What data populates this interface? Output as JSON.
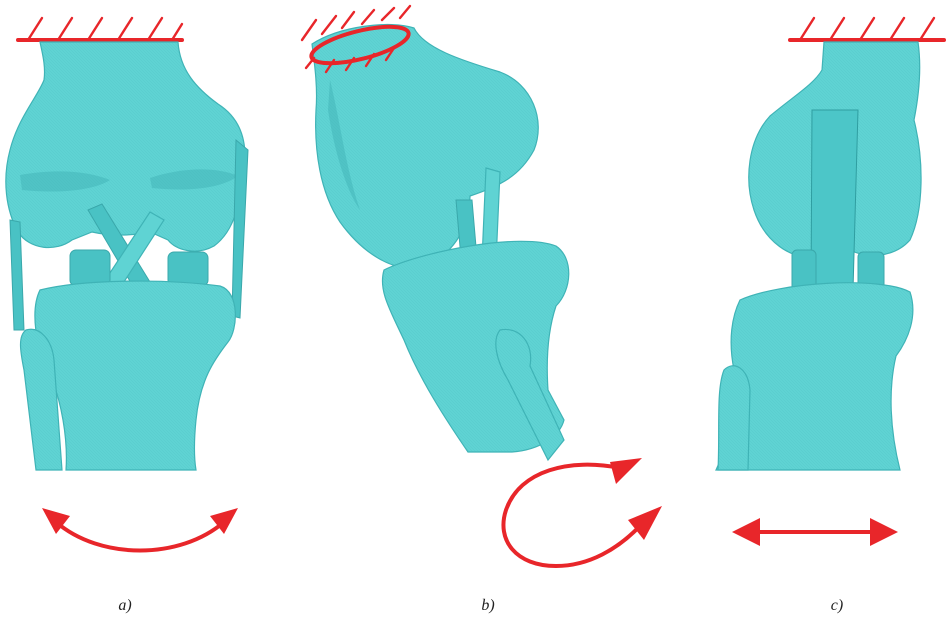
{
  "panels": [
    {
      "id": "a",
      "label": "a)"
    },
    {
      "id": "b",
      "label": "b)"
    },
    {
      "id": "c",
      "label": "c)"
    }
  ],
  "colors": {
    "bone": "#5fd3d3",
    "bone_edge": "#3fb3b6",
    "constraint": "#e8262a",
    "background": "#ffffff"
  },
  "motions": {
    "a": "curved-double-arrow",
    "b": "rotation-arrow",
    "c": "horizontal-double-arrow"
  }
}
